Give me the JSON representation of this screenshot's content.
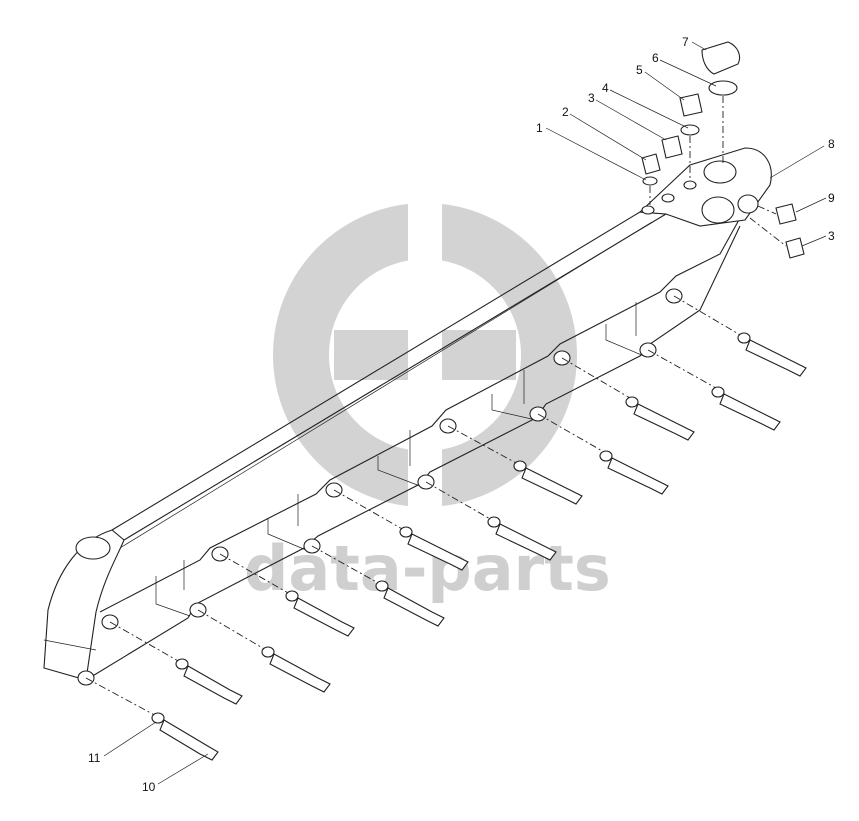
{
  "watermark": {
    "text": "data-parts",
    "color": "#cfcfcf"
  },
  "callouts": [
    {
      "id": "c1",
      "label": "1"
    },
    {
      "id": "c2",
      "label": "2"
    },
    {
      "id": "c3a",
      "label": "3"
    },
    {
      "id": "c4",
      "label": "4"
    },
    {
      "id": "c5",
      "label": "5"
    },
    {
      "id": "c6",
      "label": "6"
    },
    {
      "id": "c7",
      "label": "7"
    },
    {
      "id": "c8",
      "label": "8"
    },
    {
      "id": "c9",
      "label": "9"
    },
    {
      "id": "c3b",
      "label": "3"
    },
    {
      "id": "c11",
      "label": "11"
    },
    {
      "id": "c10",
      "label": "10"
    }
  ]
}
